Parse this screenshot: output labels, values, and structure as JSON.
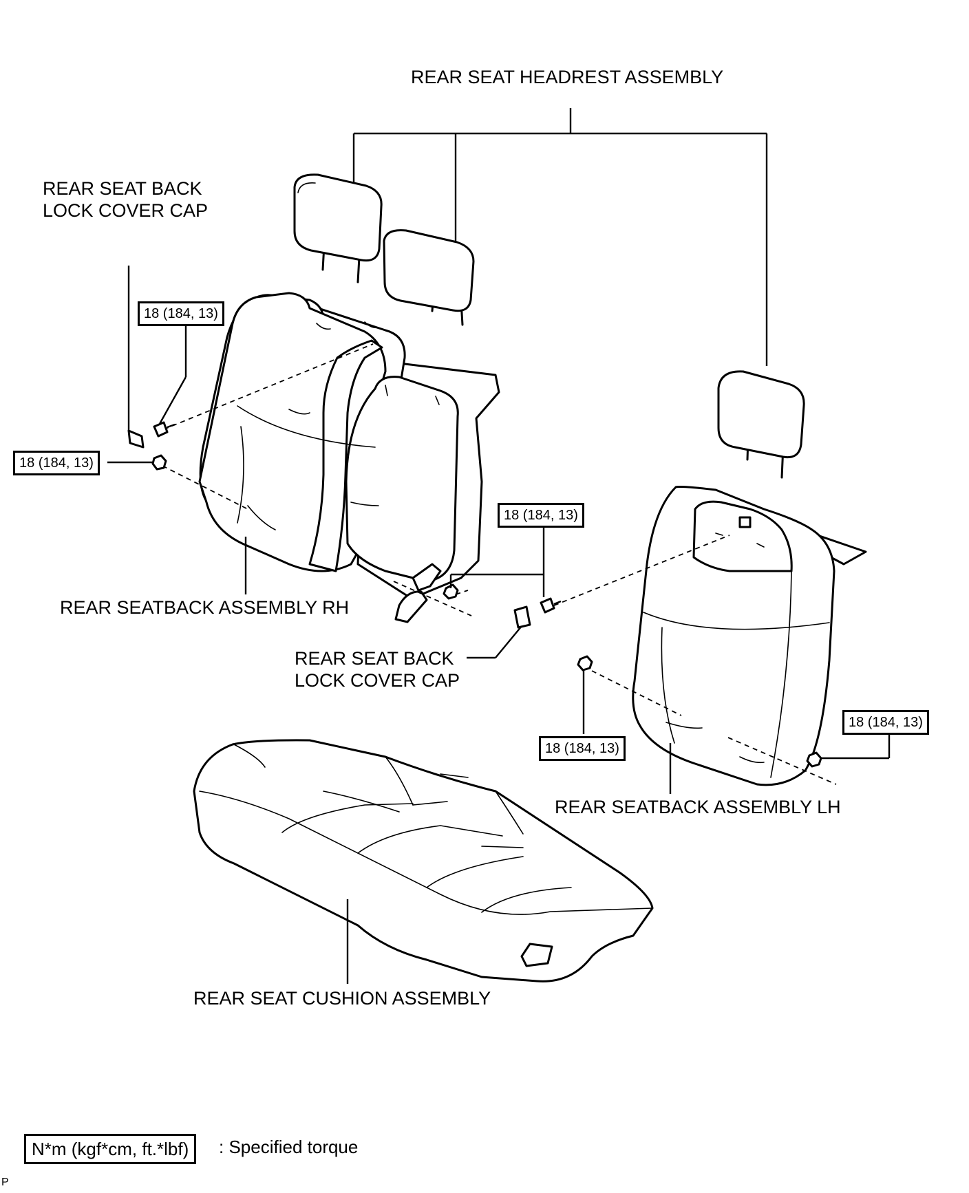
{
  "labels": {
    "headrest": "REAR SEAT HEADREST ASSEMBLY",
    "lock_cap_left": [
      "REAR SEAT BACK",
      "LOCK COVER CAP"
    ],
    "lock_cap_center": [
      "REAR SEAT BACK",
      "LOCK COVER CAP"
    ],
    "seatback_rh": "REAR SEATBACK ASSEMBLY RH",
    "seatback_lh": "REAR SEATBACK ASSEMBLY LH",
    "cushion": "REAR SEAT CUSHION ASSEMBLY"
  },
  "torque_spec": "18 (184, 13)",
  "legend": {
    "box": "N*m (kgf*cm, ft.*lbf)",
    "text": ": Specified torque"
  },
  "corner_mark": "P"
}
